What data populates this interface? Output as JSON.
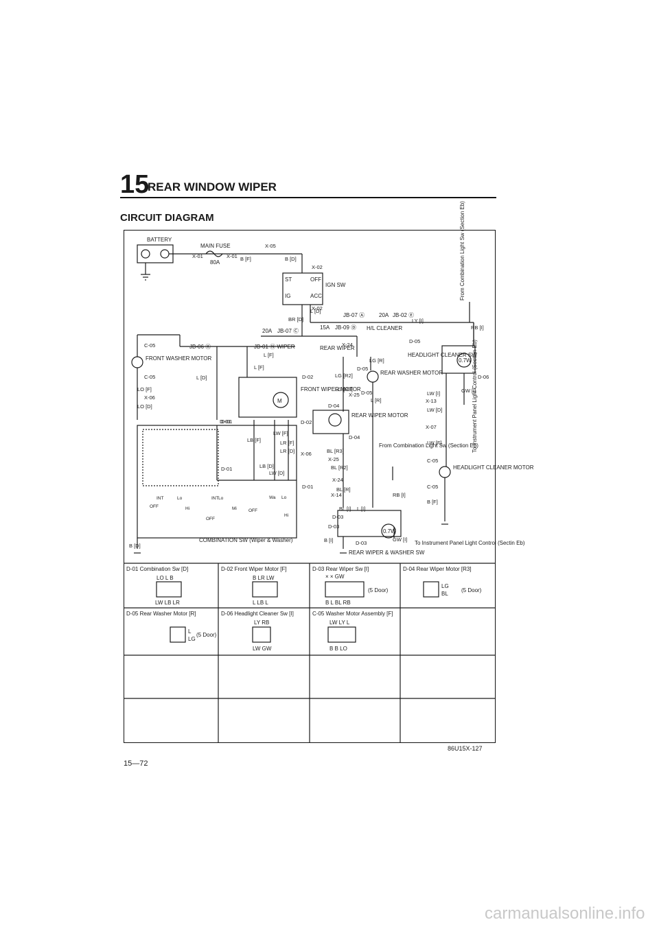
{
  "header": {
    "section_number": "15",
    "section_title": "REAR WINDOW WIPER",
    "subtitle": "CIRCUIT DIAGRAM"
  },
  "diagram": {
    "components": {
      "battery": "BATTERY",
      "main_fuse": "MAIN FUSE",
      "fuse_80a": "80A",
      "ign_sw": "IGN SW",
      "ign_st": "ST",
      "ign_off": "OFF",
      "ign_ig": "IG",
      "ign_acc": "ACC",
      "fuse_20a_wiper": "20A",
      "jb07c": "JB-07 Ⓒ",
      "jb01": "JB-01 Ⓝ WIPER",
      "jb06": "JB-06 Ⓚ",
      "fuse_15a": "15A",
      "jb09": "JB-09 Ⓓ",
      "hl_cleaner": "H/L CLEANER",
      "jb07a": "JB-07 Ⓐ",
      "fuse_20a_hl": "20A",
      "jb02": "JB-02 Ⓔ",
      "rear_wiper_label": "REAR WIPER",
      "front_washer_motor": "FRONT WASHER MOTOR",
      "front_wiper_motor": "FRONT WIPER MOTOR",
      "rear_washer_motor": "REAR WASHER MOTOR",
      "rear_wiper_motor": "REAR WIPER MOTOR",
      "headlight_cleaner_sw": "HEADLIGHT CLEANER SW",
      "headlight_cleaner_motor": "HEADLIGHT CLEANER MOTOR",
      "combination_sw": "COMBINATION SW (Wiper & Washer)",
      "rear_wiper_washer_sw": "REAR WIPER & WASHER SW",
      "from_combination_top": "From Combination Light Sw (Section Eb)",
      "from_combination_mid": "From Combination Light Sw (Section Eb)",
      "to_instrument_right": "To Instrument Panel Light Control (Section Eb)",
      "to_instrument_bottom": "To Instrument Panel Light Control (Sectin Eb)",
      "relay_07w": "0.7W",
      "motor_m": "M"
    },
    "connector_labels": [
      "X-01",
      "X-01",
      "X-05",
      "X-02",
      "X-02",
      "C-05",
      "C-05",
      "X-06",
      "D-02",
      "D-02",
      "D-01",
      "D-01",
      "D-01",
      "D-01",
      "X-24",
      "D-05",
      "X-25",
      "D-05",
      "D-04",
      "D-04",
      "X-25",
      "X-24",
      "X-14",
      "D-03",
      "D-03",
      "D-03",
      "D-05",
      "D-06",
      "X-13",
      "X-07",
      "C-05",
      "C-05",
      "X-06"
    ],
    "wire_labels": [
      "B [F]",
      "B [D]",
      "BR [D]",
      "L [D]",
      "L [F]",
      "LO [F]",
      "LO [D]",
      "L [D]",
      "L [F]",
      "LG [R2]",
      "LG [R]",
      "LG [R3]",
      "L [R]",
      "BL [R3]",
      "BL [R2]",
      "BL [R]",
      "BL [I]",
      "L [I]",
      "LY [I]",
      "RB [I]",
      "LW [I]",
      "GW [I]",
      "LW [D]",
      "LW [F]",
      "B [F]",
      "LB [F]",
      "LW [F]",
      "LR [F]",
      "LR [D]",
      "LB [D]",
      "LW [D]",
      "B [D]",
      "B [I]",
      "GW [I]",
      "RB [I]"
    ],
    "switch_labels": [
      "INT",
      "Lo",
      "OFF",
      "Hi",
      "INT",
      "Lo",
      "Mi",
      "OFF",
      "Wa",
      "Lo",
      "Hi",
      "OFF"
    ]
  },
  "connector_table": [
    {
      "title": "D-01 Combination Sw [D]",
      "top_pins": "LO  L  B",
      "bottom_pins": "LW  LB  LR",
      "note": ""
    },
    {
      "title": "D-02 Front Wiper Motor [F]",
      "top_pins": "B  LR  LW",
      "bottom_pins": "L  LB  L",
      "note": ""
    },
    {
      "title": "D-03 Rear Wiper Sw [I]",
      "top_pins": "×     ×   GW",
      "bottom_pins": "B  L  BL  RB",
      "note": "(5 Door)"
    },
    {
      "title": "D-04 Rear Wiper Motor [R3]",
      "top_pins": "LG",
      "bottom_pins": "BL",
      "note": "(5 Door)"
    },
    {
      "title": "D-05 Rear Washer Motor [R]",
      "top_pins": "L",
      "bottom_pins": "LG",
      "note": "(5 Door)"
    },
    {
      "title": "D-06 Headlight Cleaner Sw [I]",
      "top_pins": "LY  RB",
      "bottom_pins": "LW  GW",
      "note": ""
    },
    {
      "title": "C-05 Washer Motor Assembly [F]",
      "top_pins": "LW  LY  L",
      "bottom_pins": "B  B  LO",
      "note": ""
    }
  ],
  "footer": {
    "doc_code": "86U15X-127",
    "page_number": "15—72",
    "watermark": "carmanualsonline.info"
  }
}
